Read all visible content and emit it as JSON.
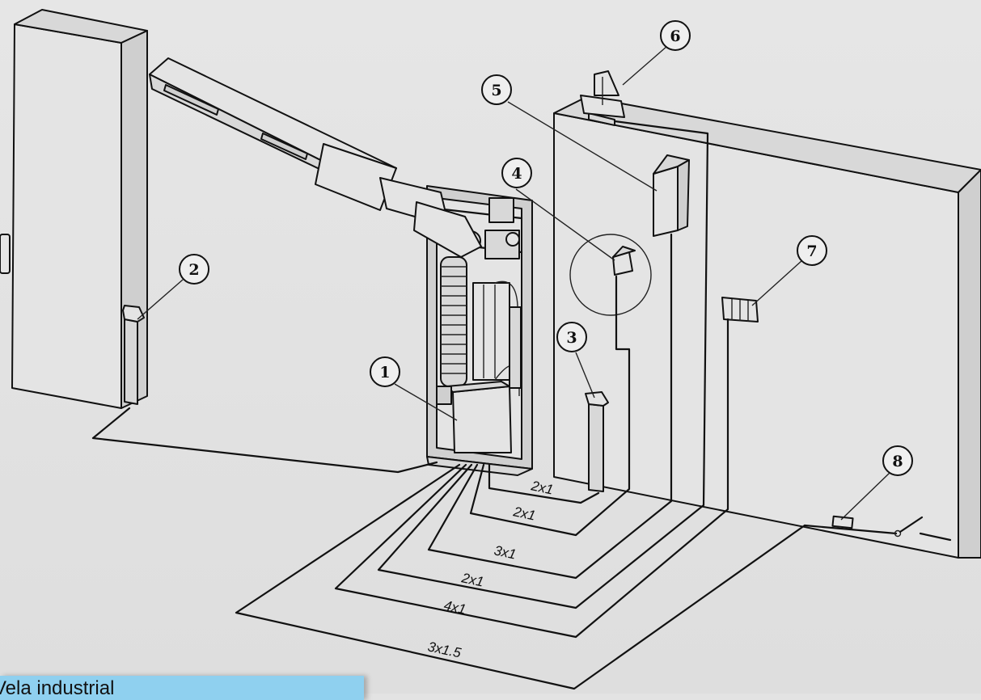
{
  "callouts": [
    "1",
    "2",
    "3",
    "4",
    "5",
    "6",
    "7",
    "8"
  ],
  "cables": [
    "2x1",
    "2x1",
    "3x1",
    "2x1",
    "4x1",
    "3x1.5"
  ],
  "caption": "Vela industrial"
}
